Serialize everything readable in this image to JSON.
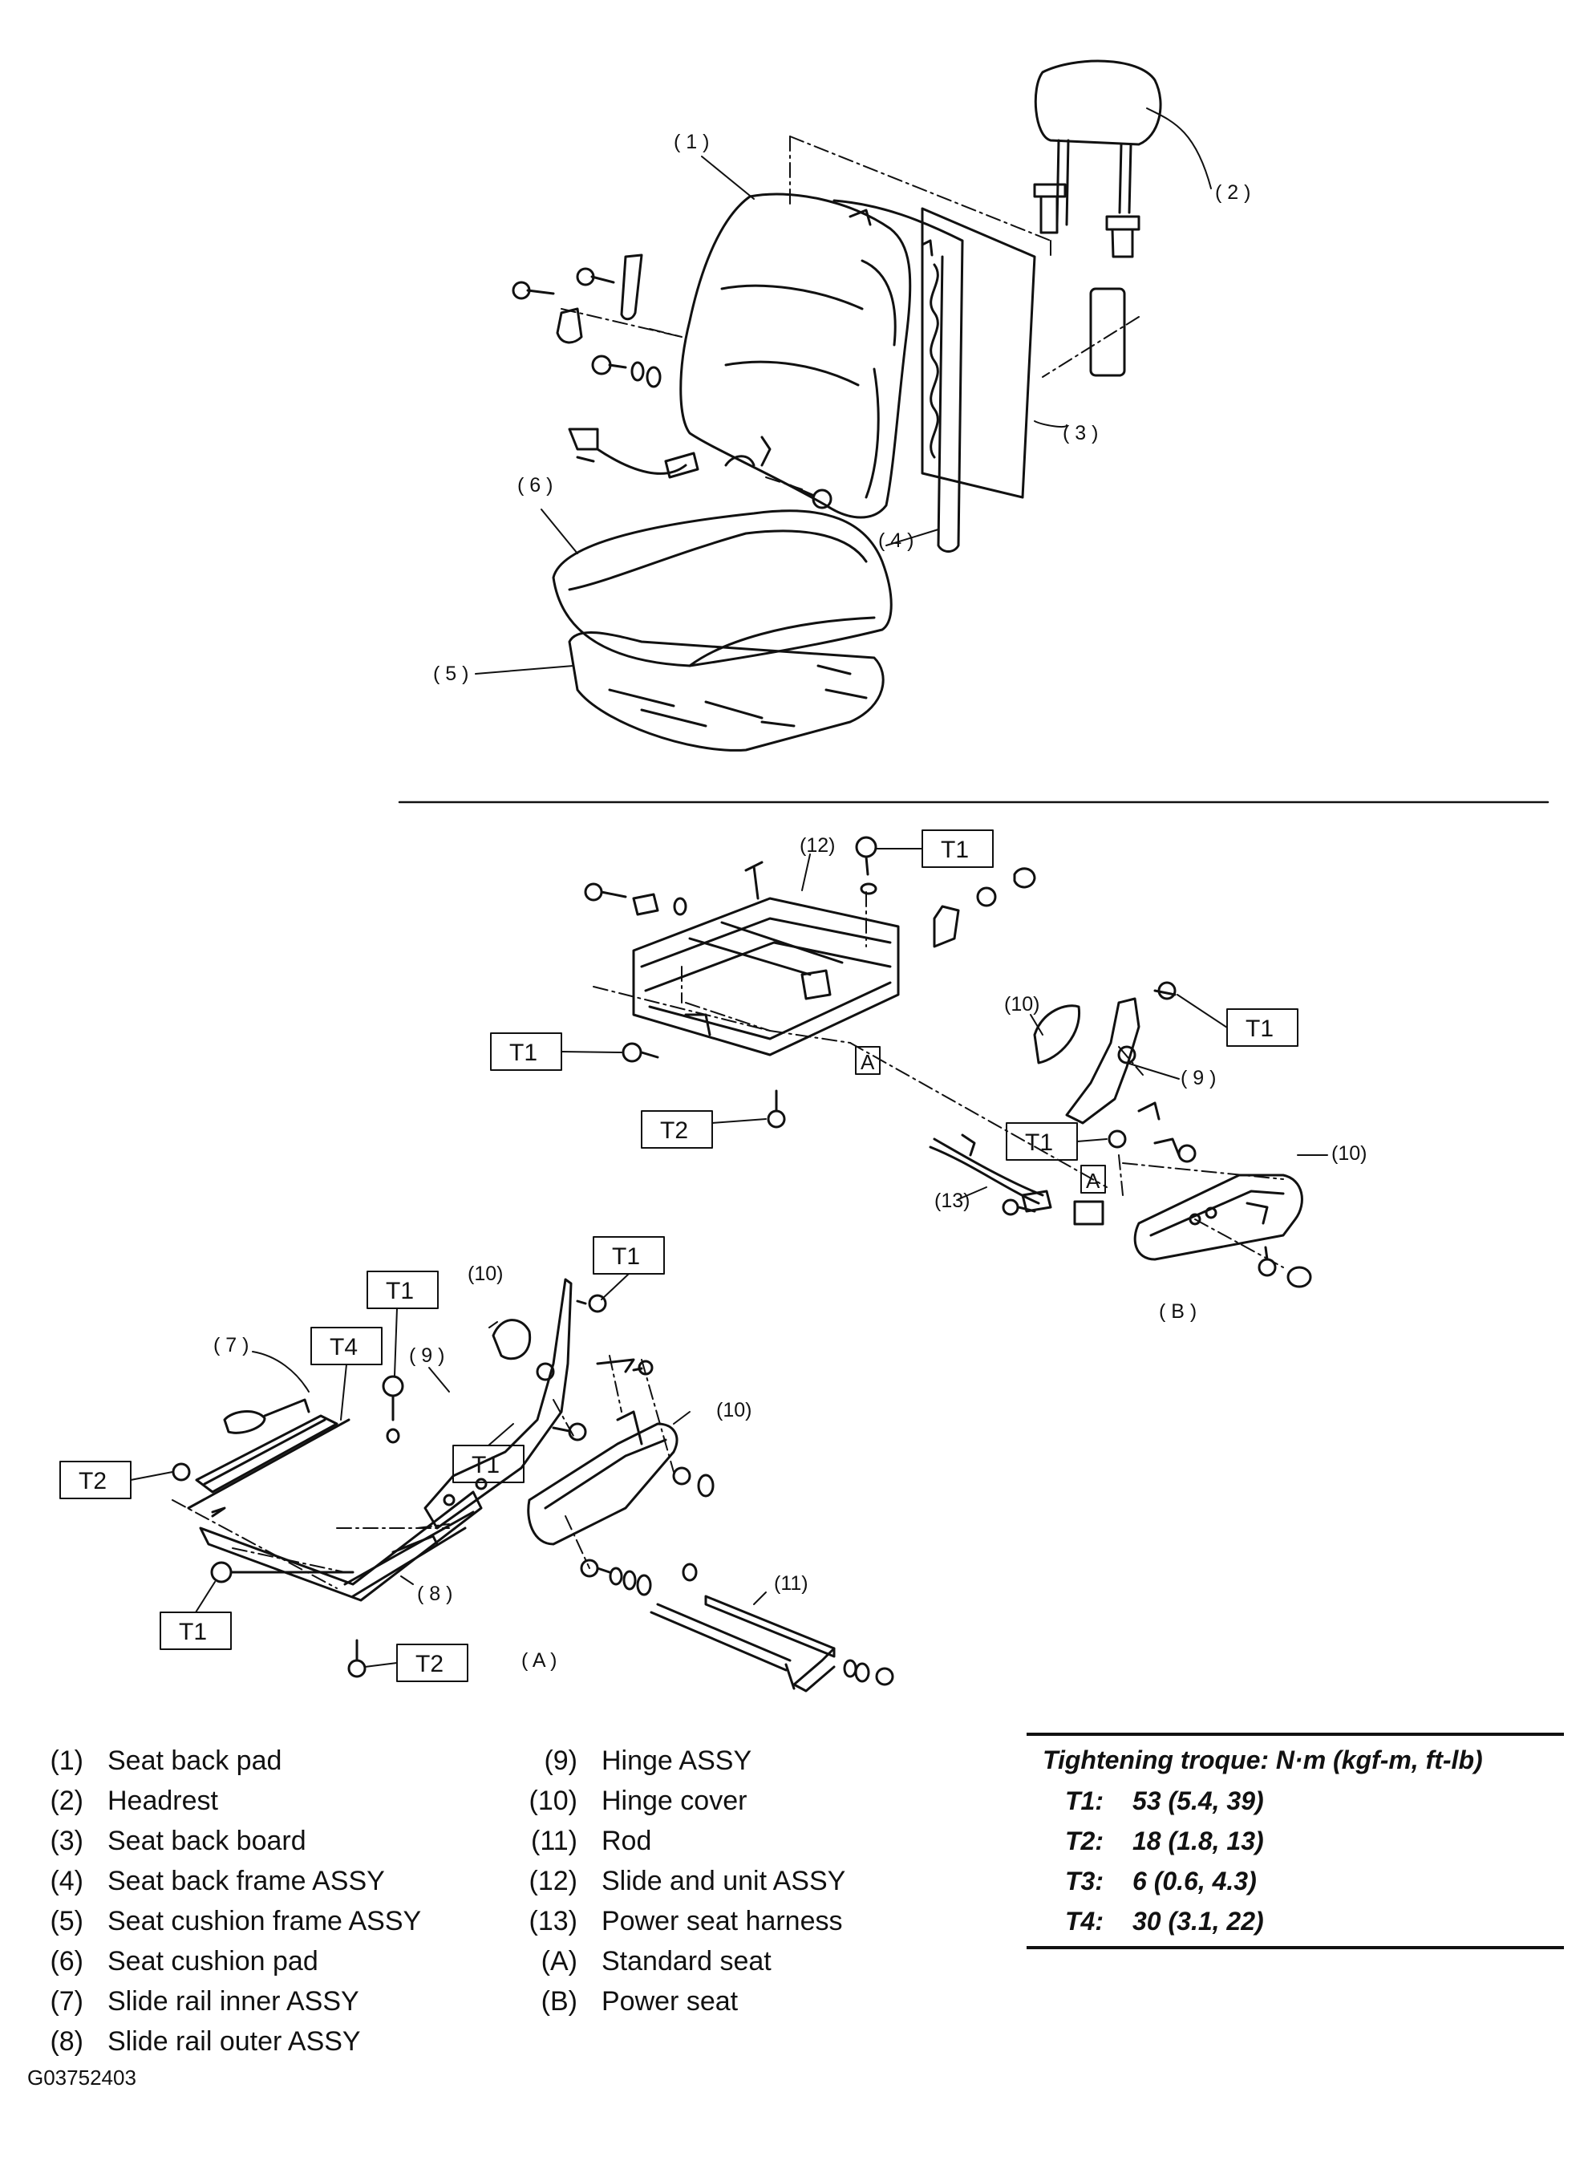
{
  "callouts": {
    "c1": "( 1 )",
    "c2": "( 2 )",
    "c3": "( 3 )",
    "c4": "( 4 )",
    "c5": "( 5 )",
    "c6": "( 6 )",
    "c7": "( 7 )",
    "c8": "( 8 )",
    "c9_b": "( 9 )",
    "c9_a": "( 9 )",
    "c10_b1": "(10)",
    "c10_b2": "(10)",
    "c10_a1": "(10)",
    "c10_a2": "(10)",
    "c11": "(11)",
    "c12": "(12)",
    "c13": "(13)",
    "cA_label": "( A )",
    "cB_label": "( B )",
    "boxA1": "A",
    "boxA2": "A"
  },
  "torque_tags": {
    "t1_a": "T1",
    "t1_b": "T1",
    "t2_a": "T2",
    "t1_c": "T1",
    "t1_d": "T1",
    "t1_e": "T1",
    "t1_f": "T1",
    "t4_a": "T4",
    "t2_b": "T2",
    "t1_g": "T1",
    "t1_h": "T1",
    "t2_c": "T2"
  },
  "legend": {
    "left": [
      {
        "key": "(1)",
        "label": "Seat back pad"
      },
      {
        "key": "(2)",
        "label": "Headrest"
      },
      {
        "key": "(3)",
        "label": "Seat back board"
      },
      {
        "key": "(4)",
        "label": "Seat back frame ASSY"
      },
      {
        "key": "(5)",
        "label": "Seat cushion frame ASSY"
      },
      {
        "key": "(6)",
        "label": "Seat cushion pad"
      },
      {
        "key": "(7)",
        "label": "Slide rail inner ASSY"
      },
      {
        "key": "(8)",
        "label": "Slide rail outer ASSY"
      }
    ],
    "middle": [
      {
        "key": "(9)",
        "label": "Hinge ASSY"
      },
      {
        "key": "(10)",
        "label": "Hinge cover"
      },
      {
        "key": "(11)",
        "label": "Rod"
      },
      {
        "key": "(12)",
        "label": "Slide and unit ASSY"
      },
      {
        "key": "(13)",
        "label": "Power seat harness"
      },
      {
        "key": "(A)",
        "label": "Standard seat"
      },
      {
        "key": "(B)",
        "label": "Power seat"
      }
    ]
  },
  "torque_table": {
    "title": "Tightening troque: N·m (kgf-m, ft-lb)",
    "rows": [
      {
        "key": "T1:",
        "value": "53 (5.4, 39)"
      },
      {
        "key": "T2:",
        "value": "18 (1.8, 13)"
      },
      {
        "key": "T3:",
        "value": "6 (0.6, 4.3)"
      },
      {
        "key": "T4:",
        "value": "30 (3.1, 22)"
      }
    ]
  },
  "figure_code": "G03752403"
}
